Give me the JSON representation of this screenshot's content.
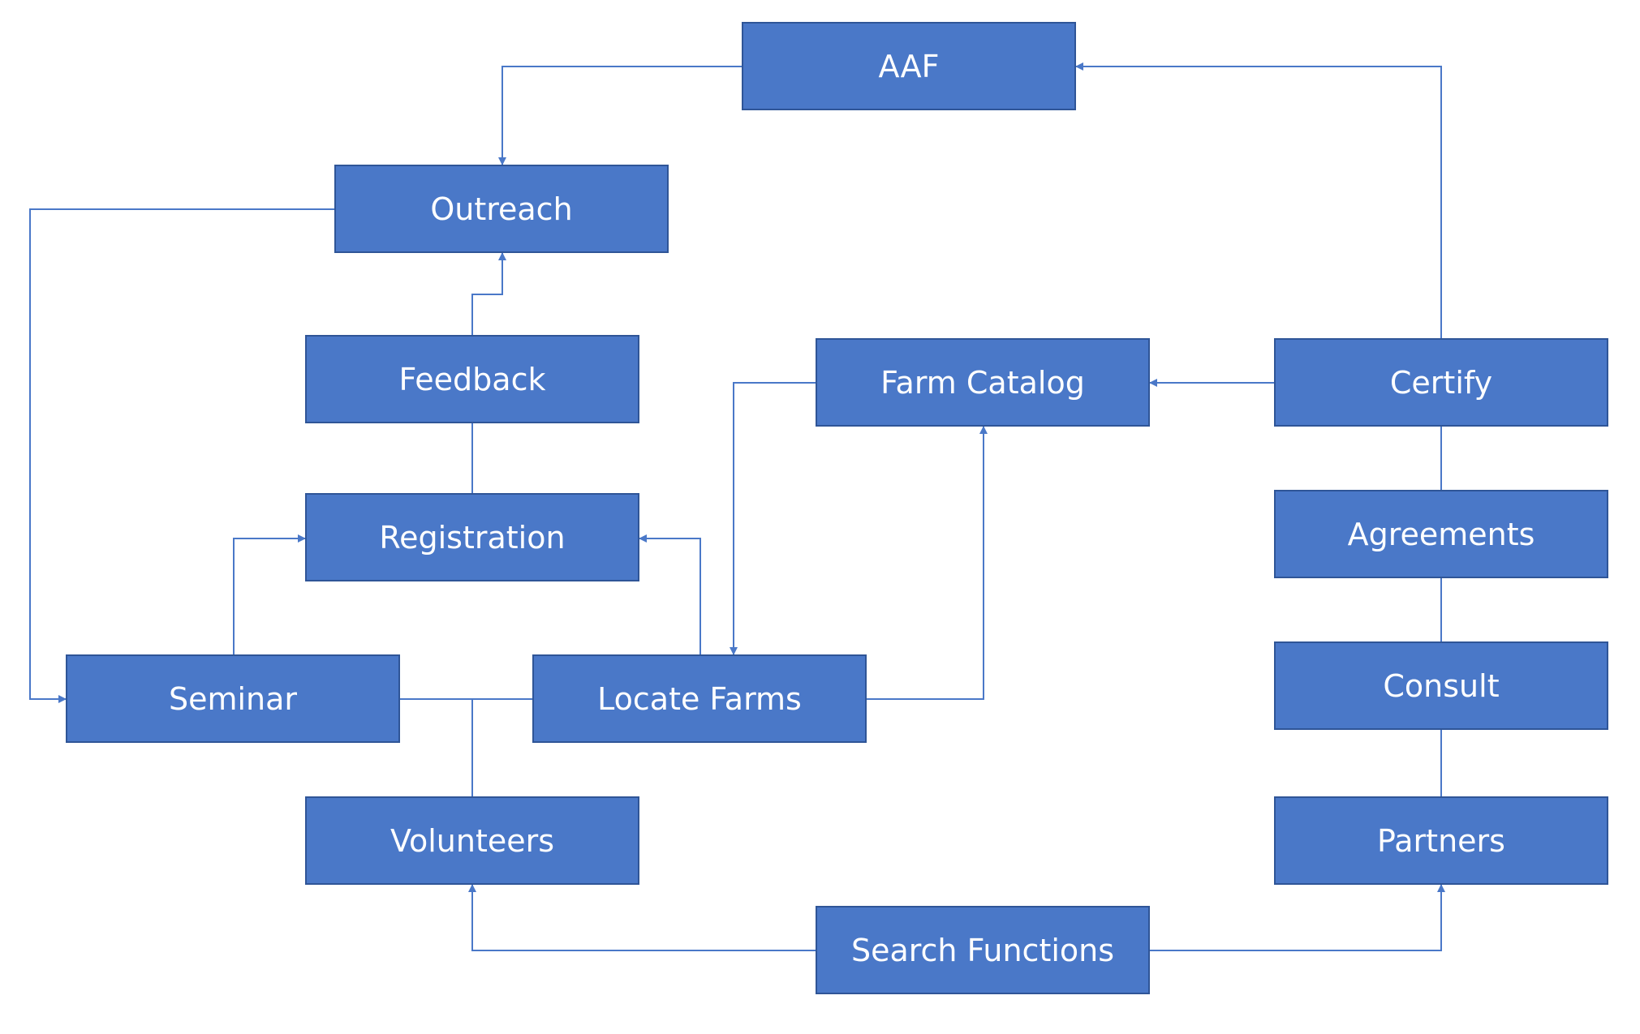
{
  "diagram": {
    "nodes": {
      "aaf": "AAF",
      "outreach": "Outreach",
      "feedback": "Feedback",
      "registration": "Registration",
      "seminar": "Seminar",
      "locate_farms": "Locate Farms",
      "volunteers": "Volunteers",
      "farm_catalog": "Farm Catalog",
      "certify": "Certify",
      "agreements": "Agreements",
      "consult": "Consult",
      "partners": "Partners",
      "search_functions": "Search Functions"
    },
    "edges": [
      {
        "from": "AAF",
        "to": "Outreach",
        "arrow": true
      },
      {
        "from": "Certify",
        "to": "AAF",
        "arrow": true
      },
      {
        "from": "Outreach",
        "to": "Seminar",
        "arrow": true
      },
      {
        "from": "Feedback",
        "to": "Outreach",
        "arrow": true
      },
      {
        "from": "Registration",
        "to": "Feedback",
        "arrow": false
      },
      {
        "from": "Seminar",
        "to": "Registration",
        "arrow": true
      },
      {
        "from": "Locate Farms",
        "to": "Registration",
        "arrow": true
      },
      {
        "from": "Farm Catalog",
        "to": "Locate Farms",
        "arrow": true
      },
      {
        "from": "Locate Farms",
        "to": "Farm Catalog",
        "arrow": true
      },
      {
        "from": "Certify",
        "to": "Farm Catalog",
        "arrow": true
      },
      {
        "from": "Seminar",
        "to": "Locate Farms",
        "arrow": false
      },
      {
        "from": "Volunteers",
        "to": "Locate Farms",
        "arrow": false
      },
      {
        "from": "Certify",
        "to": "Agreements",
        "arrow": false
      },
      {
        "from": "Agreements",
        "to": "Consult",
        "arrow": false
      },
      {
        "from": "Consult",
        "to": "Partners",
        "arrow": false
      },
      {
        "from": "Search Functions",
        "to": "Volunteers",
        "arrow": true
      },
      {
        "from": "Search Functions",
        "to": "Partners",
        "arrow": true
      }
    ],
    "colors": {
      "node_fill": "#4a78c8",
      "node_border": "#2f5597",
      "node_text": "#ffffff",
      "connector": "#4a78c8"
    }
  }
}
